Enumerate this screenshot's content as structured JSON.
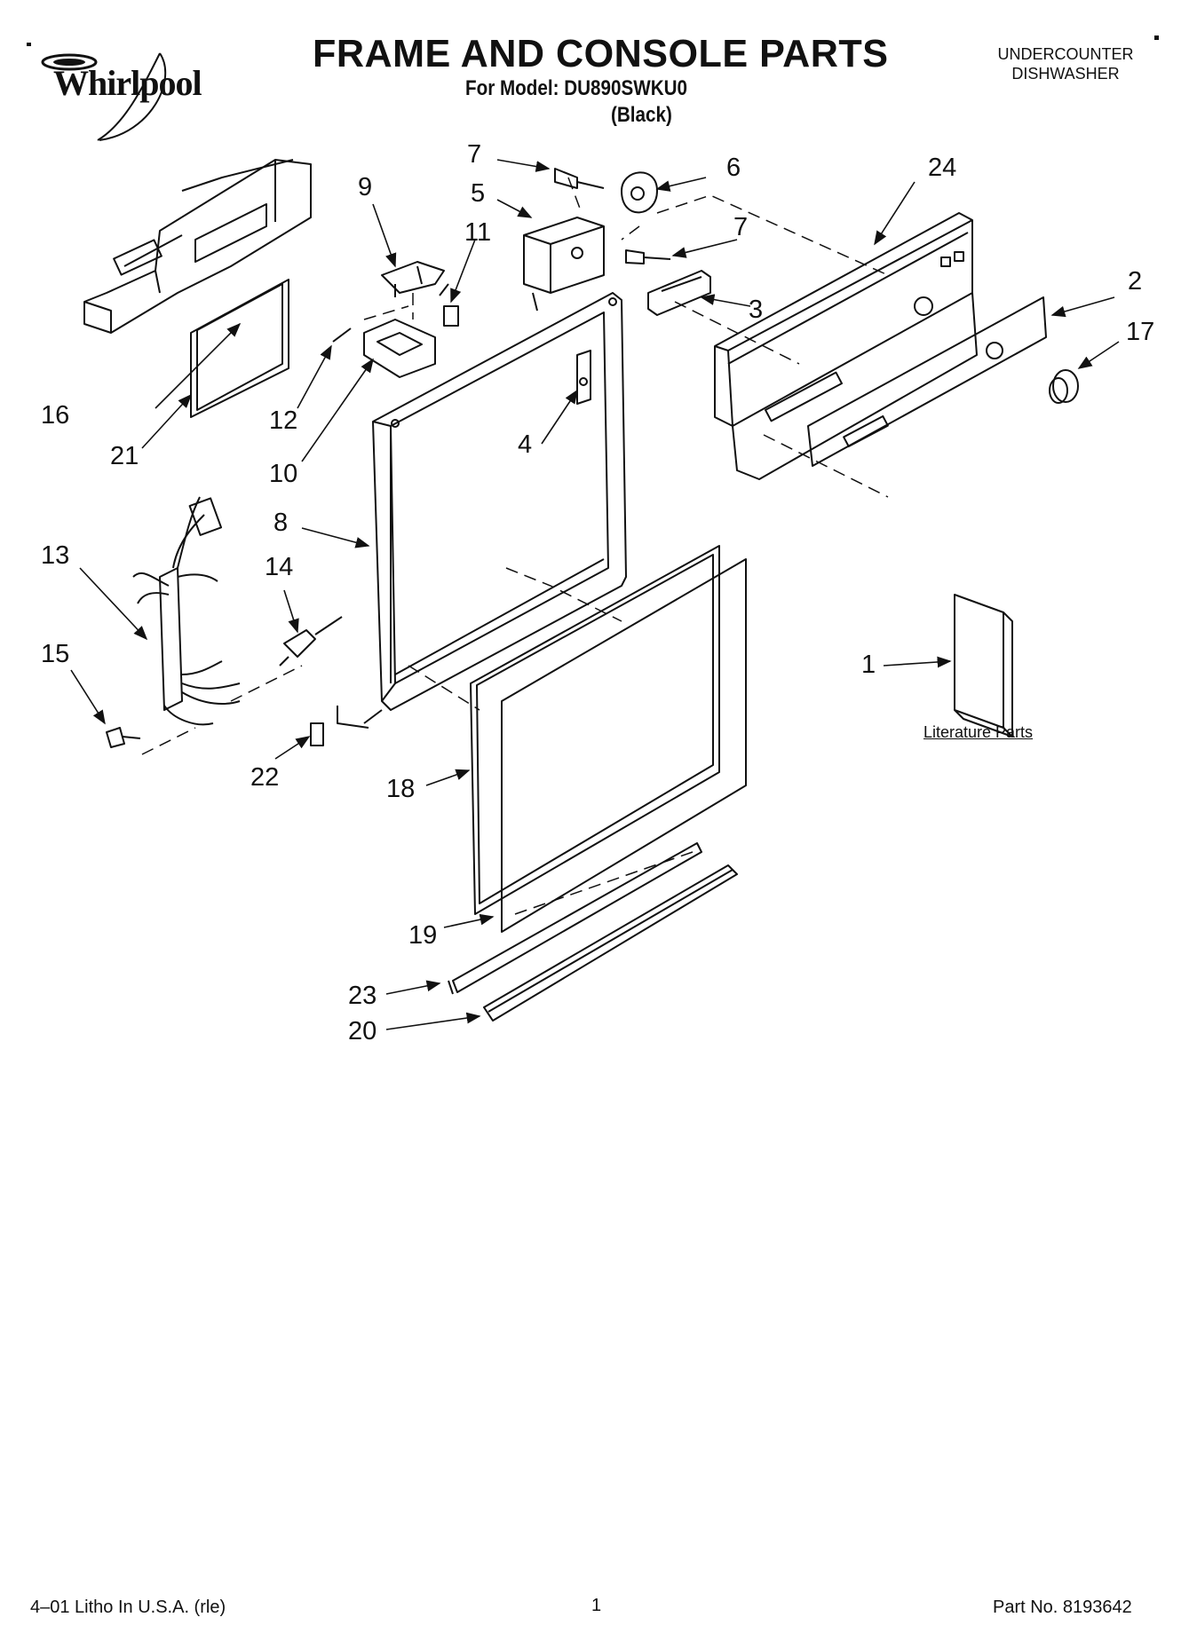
{
  "header": {
    "brand": "Whirlpool",
    "title": "FRAME AND CONSOLE PARTS",
    "model_line": "For Model: DU890SWKU0",
    "color_line": "(Black)",
    "appliance_line1": "UNDERCOUNTER",
    "appliance_line2": "DISHWASHER"
  },
  "callouts": {
    "c1": "1",
    "c2": "2",
    "c3": "3",
    "c4": "4",
    "c5": "5",
    "c6": "6",
    "c7a": "7",
    "c7b": "7",
    "c8": "8",
    "c9": "9",
    "c10": "10",
    "c11": "11",
    "c12": "12",
    "c13": "13",
    "c14": "14",
    "c15": "15",
    "c16": "16",
    "c17": "17",
    "c18": "18",
    "c19": "19",
    "c20": "20",
    "c21": "21",
    "c22": "22",
    "c23": "23",
    "c24": "24"
  },
  "literature_label": "Literature Parts",
  "footer": {
    "left": "4–01 Litho In U.S.A. (rle)",
    "page": "1",
    "part_no": "Part No. 8193642"
  }
}
